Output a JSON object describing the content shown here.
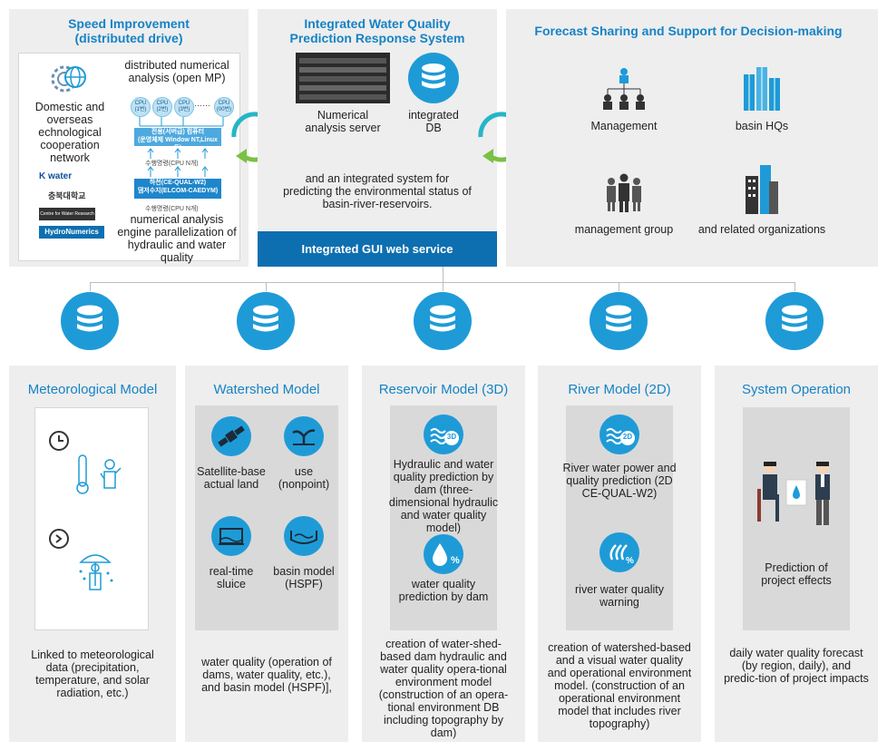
{
  "top": {
    "speed": {
      "title": "Speed Improvement\n(distributed drive)",
      "left_text": "Domestic and overseas echnological cooperation network",
      "logos": [
        "K water",
        "충북대학교",
        "Centre for Water Research",
        "HydroNumerics"
      ],
      "right_title": "distributed numerical analysis (open MP)",
      "cpus": [
        "CPU\n(1번)",
        "CPU\n(2번)",
        "CPU\n(3번)",
        "CPU\n(00번)"
      ],
      "dots": "……",
      "box1": "전용(서버급) 컴퓨터\n(운영체제 Window NT,Linux 등)",
      "note1": "수행명령(CPU N개)",
      "box2": "하천(CE-QUAL-W2)\n댐저수지(ELCOM-CAEDYM)",
      "note2": "수행명령(CPU N개)",
      "bottom_text": "numerical analysis engine parallelization of hydraulic and water quality"
    },
    "integrated": {
      "title": "Integrated Water Quality\nPrediction Response System",
      "server_label": "Numerical\nanalysis server",
      "db_label": "integrated\nDB",
      "desc": "and an integrated system for predicting the environmental status of basin-river-reservoirs.",
      "banner": "Integrated GUI web service"
    },
    "forecast": {
      "title": "Forecast Sharing and Support for Decision-making",
      "items": [
        "Management",
        "basin HQs",
        "management group",
        "and related organizations"
      ]
    }
  },
  "models": [
    {
      "title": "Meteorological Model",
      "desc": "Linked to meteorological data (precipitation, temperature, and solar radiation, etc.)"
    },
    {
      "title": "Watershed Model",
      "items": [
        "Satellite-base actual land",
        "use\n(nonpoint)",
        "real-time sluice",
        "basin model\n(HSPF)"
      ],
      "desc": "water quality (operation of dams, water quality, etc.), and basin model (HSPF)],"
    },
    {
      "title": "Reservoir Model (3D)",
      "badge": "3D",
      "item1": "Hydraulic and water quality prediction by dam (three-dimensional hydraulic and water quality model)",
      "item2": "water quality prediction by dam",
      "desc": "creation of water-shed-based dam hydraulic and water quality opera-tional environment model (construction of an opera-tional environment DB including topography by dam)"
    },
    {
      "title": "River Model (2D)",
      "badge": "2D",
      "item1": "River water power and quality prediction (2D CE-QUAL-W2)",
      "item2": "river water quality warning",
      "desc": "creation of watershed-based and a visual water quality and operational environment model. (construction of an operational environment model that includes river topography)"
    },
    {
      "title": "System Operation",
      "item1": "Prediction of project effects",
      "desc": "daily water quality forecast (by region, daily), and predic-tion of project impacts"
    }
  ]
}
